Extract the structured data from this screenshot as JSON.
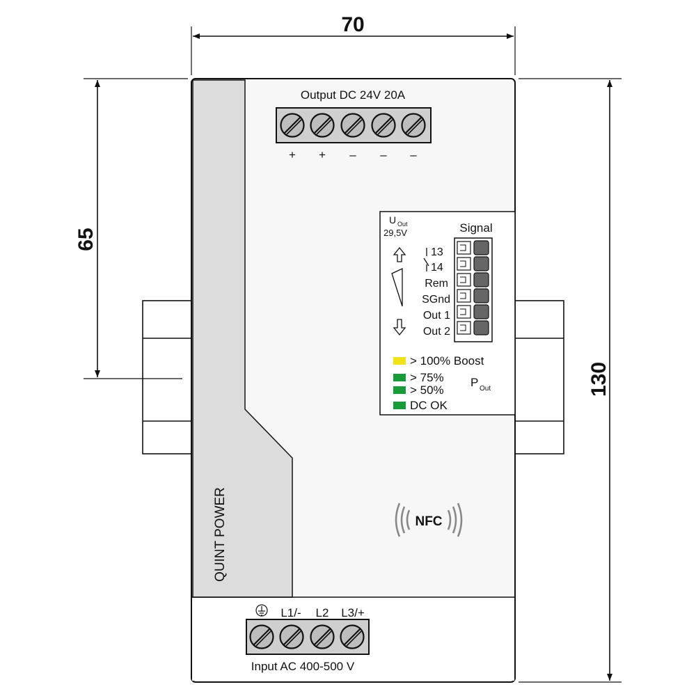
{
  "dimensions": {
    "width": "70",
    "partial_height": "65",
    "total_height": "130"
  },
  "output": {
    "title": "Output DC 24V 20A",
    "terminals": [
      "+",
      "+",
      "–",
      "–",
      "–"
    ]
  },
  "signal": {
    "u_out_symbol": "U",
    "u_out_subscript": "Out",
    "u_out_value": "29,5V",
    "title": "Signal",
    "pins": [
      "13",
      "14",
      "Rem",
      "SGnd",
      "Out 1",
      "Out 2"
    ]
  },
  "indicators": [
    {
      "label": "> 100% Boost",
      "color": "#f2e21a"
    },
    {
      "label": "> 75%",
      "color": "#1a9a3a"
    },
    {
      "label": "> 50%",
      "color": "#1a9a3a"
    },
    {
      "label": "DC OK",
      "color": "#1a9a3a"
    }
  ],
  "p_out": {
    "symbol": "P",
    "subscript": "Out"
  },
  "brand": "QUINT POWER",
  "nfc": "NFC",
  "input": {
    "title": "Input AC 400-500 V",
    "terminals": [
      "L1/-",
      "L2",
      "L3/+"
    ]
  },
  "icons": {
    "ground": "ground-icon",
    "up_arrow": "arrow-up-icon",
    "down_arrow": "arrow-down-icon",
    "ramp": "voltage-ramp-icon",
    "relay_contact": "relay-contact-icon",
    "nfc_waves": "nfc-waves-icon"
  },
  "colors": {
    "side_panel": "#dcdcdc",
    "terminal": "#c8c8c8",
    "boost_led": "#f2e21a",
    "status_led": "#1a9a3a"
  }
}
